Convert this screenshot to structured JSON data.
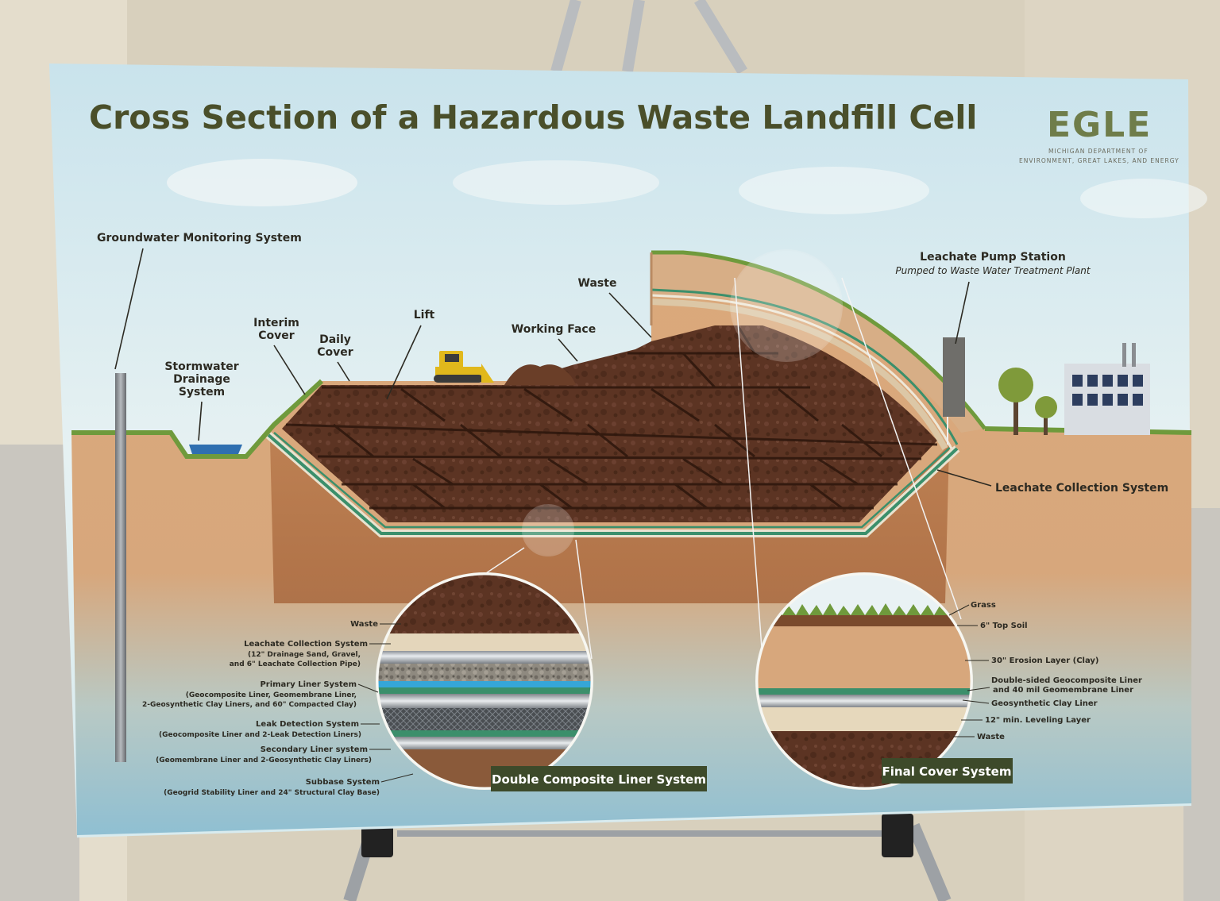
{
  "title": "Cross Section of a Hazardous Waste Landfill Cell",
  "logo": {
    "wordmark": "EGLE",
    "line1": "MICHIGAN DEPARTMENT OF",
    "line2": "ENVIRONMENT, GREAT LAKES, AND ENERGY"
  },
  "labels": {
    "groundwater": "Groundwater Monitoring System",
    "stormwater": [
      "Stormwater",
      "Drainage",
      "System"
    ],
    "interim_cover": [
      "Interim",
      "Cover"
    ],
    "daily_cover": [
      "Daily",
      "Cover"
    ],
    "lift": "Lift",
    "working_face": "Working Face",
    "waste": "Waste",
    "pump_station": "Leachate Pump Station",
    "pump_station_sub": "Pumped to Waste Water Treatment Plant",
    "collection_system": "Leachate Collection System"
  },
  "liner_inset": {
    "caption": "Double Composite Liner System",
    "layers": [
      {
        "name": "Waste",
        "details": []
      },
      {
        "name": "Leachate Collection System",
        "details": [
          "(12\" Drainage Sand, Gravel,",
          "and 6\" Leachate Collection Pipe)"
        ]
      },
      {
        "name": "Primary Liner System",
        "details": [
          "(Geocomposite Liner, Geomembrane Liner,",
          "2-Geosynthetic Clay Liners, and 60\" Compacted Clay)"
        ]
      },
      {
        "name": "Leak Detection System",
        "details": [
          "(Geocomposite Liner and 2-Leak Detection Liners)"
        ]
      },
      {
        "name": "Secondary Liner system",
        "details": [
          "(Geomembrane Liner and 2-Geosynthetic Clay Liners)"
        ]
      },
      {
        "name": "Subbase System",
        "details": [
          "(Geogrid Stability Liner and 24\" Structural Clay Base)"
        ]
      }
    ]
  },
  "cover_inset": {
    "caption": "Final Cover System",
    "layers": [
      {
        "lines": [
          "Grass"
        ]
      },
      {
        "lines": [
          "6\" Top Soil"
        ]
      },
      {
        "lines": [
          "30\" Erosion Layer (Clay)"
        ]
      },
      {
        "lines": [
          "Double-sided Geocomposite Liner",
          "and 40 mil Geomembrane Liner"
        ]
      },
      {
        "lines": [
          "Geosynthetic Clay Liner"
        ]
      },
      {
        "lines": [
          "12\" min. Leveling Layer"
        ]
      },
      {
        "lines": [
          "Waste"
        ]
      }
    ]
  },
  "colors": {
    "sky": "#cfe6ee",
    "soil": "#d9a679",
    "waste": "#5a3322",
    "grass": "#6f9a3c",
    "liner_green": "#3b8f6b",
    "caption_bg": "#3d4a2a",
    "title": "#4a4f2a"
  }
}
